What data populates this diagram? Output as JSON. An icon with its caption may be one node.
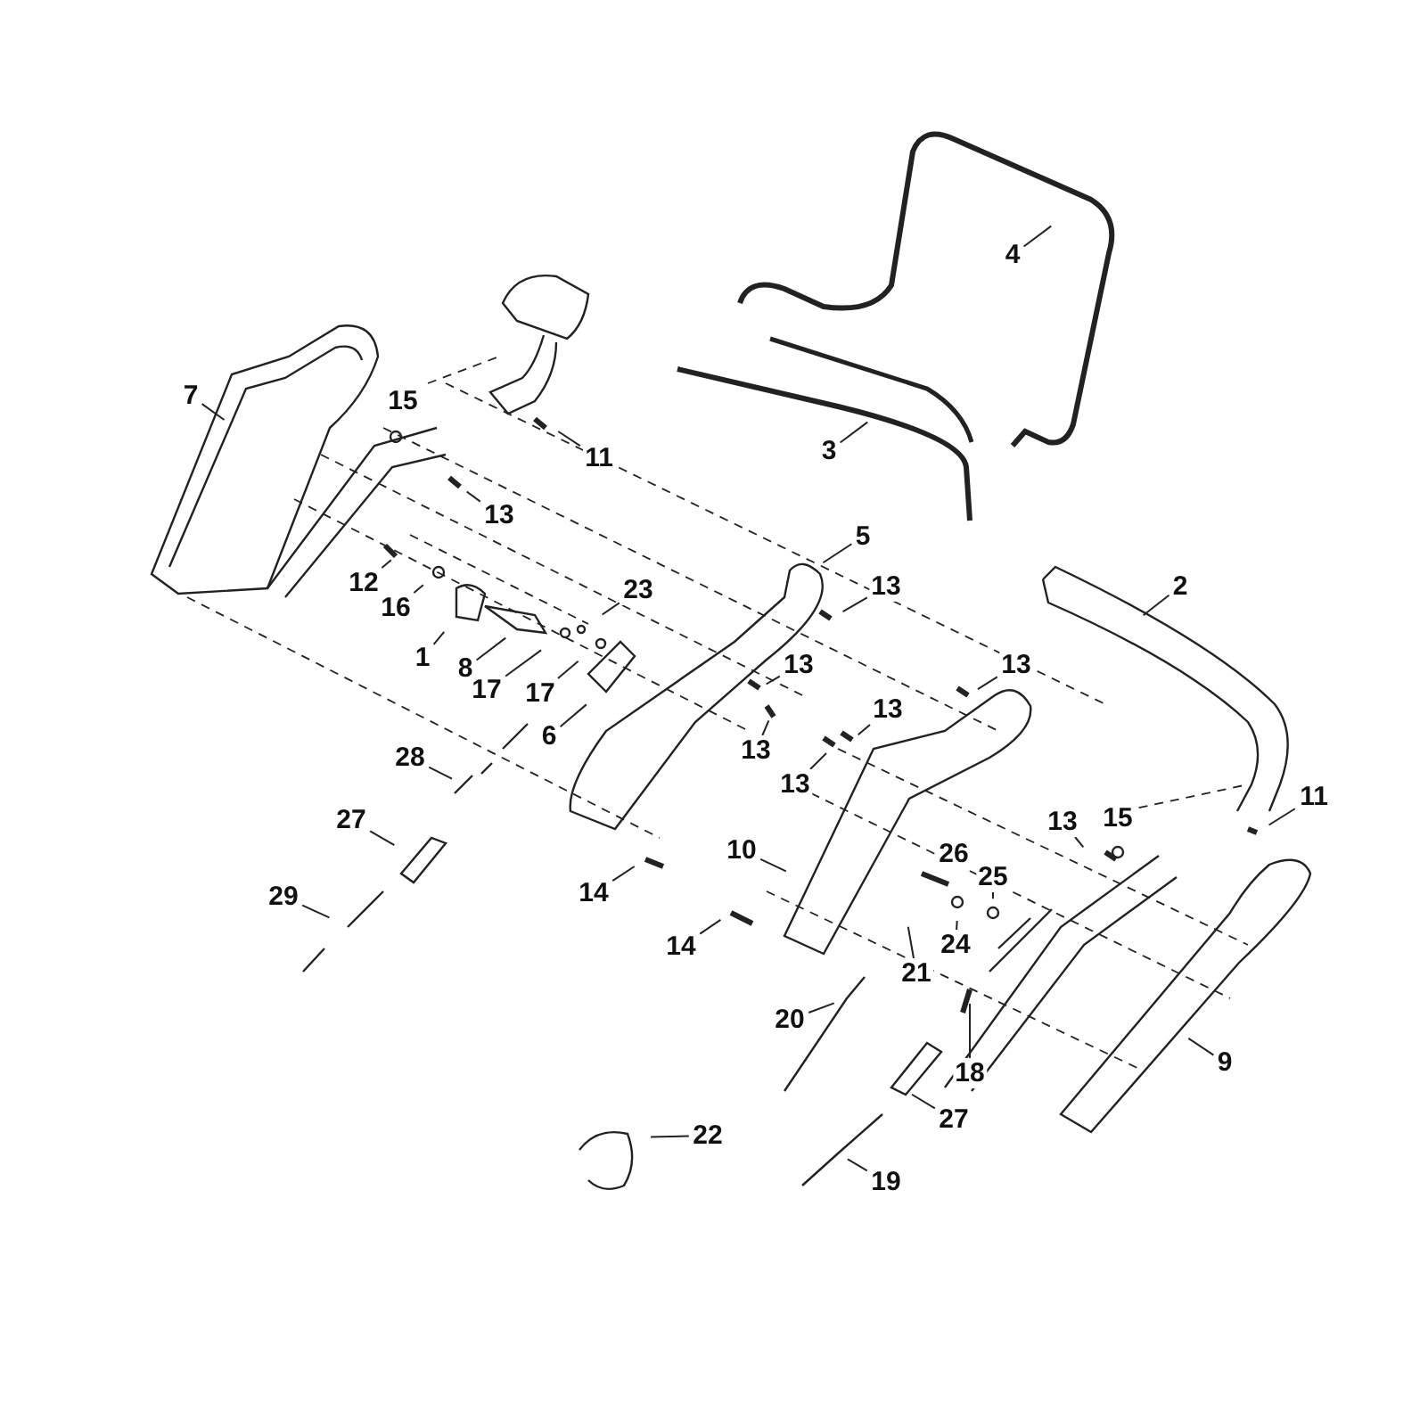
{
  "diagram": {
    "nodes": [
      {
        "text": [
          "4"
        ]
      },
      {
        "text": [
          "7"
        ]
      },
      {
        "text": [
          "15"
        ]
      },
      {
        "text": [
          "3"
        ]
      },
      {
        "text": [
          "11"
        ]
      },
      {
        "text": [
          "13"
        ]
      },
      {
        "text": [
          "5"
        ]
      },
      {
        "text": [
          "12"
        ]
      },
      {
        "text": [
          "2"
        ]
      },
      {
        "text": [
          "13"
        ]
      },
      {
        "text": [
          "23"
        ]
      },
      {
        "text": [
          "16"
        ]
      },
      {
        "text": [
          "1"
        ]
      },
      {
        "text": [
          "13"
        ]
      },
      {
        "text": [
          "13"
        ]
      },
      {
        "text": [
          "8"
        ]
      },
      {
        "text": [
          "17"
        ]
      },
      {
        "text": [
          "17"
        ]
      },
      {
        "text": [
          "13"
        ]
      },
      {
        "text": [
          "6"
        ]
      },
      {
        "text": [
          "13"
        ]
      },
      {
        "text": [
          "28"
        ]
      },
      {
        "text": [
          "13"
        ]
      },
      {
        "text": [
          "11"
        ]
      },
      {
        "text": [
          "13"
        ]
      },
      {
        "text": [
          "15"
        ]
      },
      {
        "text": [
          "27"
        ]
      },
      {
        "text": [
          "10"
        ]
      },
      {
        "text": [
          "26"
        ]
      },
      {
        "text": [
          "25"
        ]
      },
      {
        "text": [
          "14"
        ]
      },
      {
        "text": [
          "29"
        ]
      },
      {
        "text": [
          "24"
        ]
      },
      {
        "text": [
          "14"
        ]
      },
      {
        "text": [
          "21"
        ]
      },
      {
        "text": [
          "20"
        ]
      },
      {
        "text": [
          "9"
        ]
      },
      {
        "text": [
          "18"
        ]
      },
      {
        "text": [
          "27"
        ]
      },
      {
        "text": [
          "22"
        ]
      },
      {
        "text": [
          "19"
        ]
      }
    ],
    "edges": [
      {
        "from": 0,
        "to": null,
        "arrow": "none"
      },
      {
        "from": 1,
        "to": null,
        "arrow": "none"
      },
      {
        "from": 3,
        "to": null,
        "arrow": "none"
      },
      {
        "from": 4,
        "to": null,
        "arrow": "none"
      },
      {
        "from": 5,
        "to": null,
        "arrow": "none"
      },
      {
        "from": 6,
        "to": null,
        "arrow": "none"
      },
      {
        "from": 7,
        "to": null,
        "arrow": "none"
      },
      {
        "from": 8,
        "to": null,
        "arrow": "none"
      },
      {
        "from": 9,
        "to": null,
        "arrow": "none"
      },
      {
        "from": 10,
        "to": null,
        "arrow": "none"
      },
      {
        "from": 11,
        "to": null,
        "arrow": "none"
      },
      {
        "from": 12,
        "to": null,
        "arrow": "none"
      },
      {
        "from": 13,
        "to": null,
        "arrow": "none"
      },
      {
        "from": 14,
        "to": null,
        "arrow": "none"
      },
      {
        "from": 15,
        "to": null,
        "arrow": "none"
      },
      {
        "from": 16,
        "to": null,
        "arrow": "none"
      },
      {
        "from": 17,
        "to": null,
        "arrow": "none"
      },
      {
        "from": 18,
        "to": null,
        "arrow": "none"
      },
      {
        "from": 19,
        "to": null,
        "arrow": "none"
      },
      {
        "from": 20,
        "to": null,
        "arrow": "none"
      },
      {
        "from": 21,
        "to": null,
        "arrow": "none"
      },
      {
        "from": 22,
        "to": null,
        "arrow": "none"
      },
      {
        "from": 23,
        "to": null,
        "arrow": "none"
      },
      {
        "from": 24,
        "to": null,
        "arrow": "none"
      },
      {
        "from": 26,
        "to": null,
        "arrow": "none"
      },
      {
        "from": 27,
        "to": null,
        "arrow": "none"
      },
      {
        "from": 29,
        "to": null,
        "arrow": "none"
      },
      {
        "from": 30,
        "to": null,
        "arrow": "none"
      },
      {
        "from": 31,
        "to": null,
        "arrow": "none"
      },
      {
        "from": 32,
        "to": null,
        "arrow": "none"
      },
      {
        "from": 33,
        "to": null,
        "arrow": "none"
      },
      {
        "from": 34,
        "to": null,
        "arrow": "none"
      },
      {
        "from": 35,
        "to": null,
        "arrow": "none"
      },
      {
        "from": 36,
        "to": null,
        "arrow": "none"
      },
      {
        "from": 37,
        "to": null,
        "arrow": "none"
      },
      {
        "from": 38,
        "to": null,
        "arrow": "none"
      },
      {
        "from": 39,
        "to": null,
        "arrow": "none"
      },
      {
        "from": 40,
        "to": null,
        "arrow": "none"
      }
    ]
  }
}
